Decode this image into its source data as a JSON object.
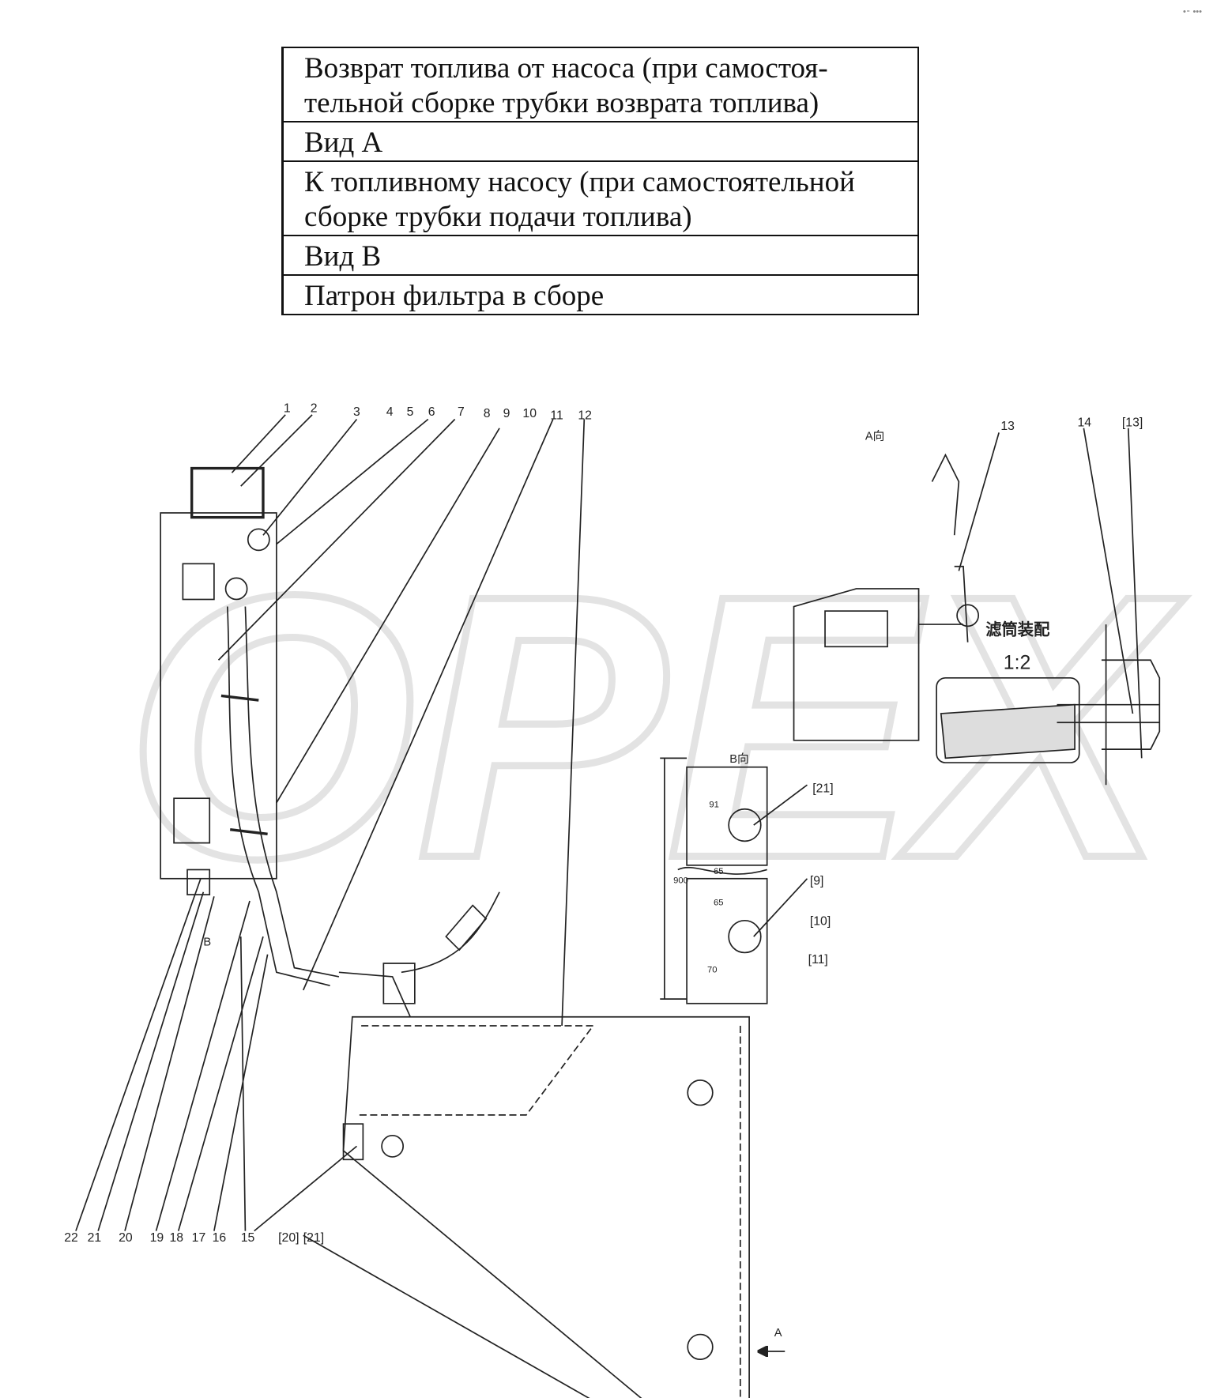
{
  "legend": [
    {
      "text": "Возврат топлива от насоса (при самостоя-тельной сборке трубки возврата топлива)"
    },
    {
      "text": "Вид А"
    },
    {
      "text": "К топливному насосу (при самостоятельной сборке трубки подачи топлива)"
    },
    {
      "text": "Вид В"
    },
    {
      "text": "Патрон фильтра в сборе"
    }
  ],
  "corner_mark": "•⁃ •••",
  "watermark": "OPEX",
  "callouts_top": [
    "1",
    "2",
    "3",
    "4",
    "5",
    "6",
    "7",
    "8",
    "9",
    "10",
    "11",
    "12"
  ],
  "callouts_bottom": [
    "22",
    "21",
    "20",
    "19",
    "18",
    "17",
    "16",
    "15",
    "[20]",
    "[21]"
  ],
  "callouts_right": [
    "13",
    "14",
    "[13]",
    "[21]",
    "[9]",
    "[10]",
    "[11]"
  ],
  "labels": {
    "view_a": "A向",
    "view_b": "B向",
    "filter_assembly": "滤筒装配",
    "scale": "1:2",
    "arrow_a": "A",
    "arrow_b": "B",
    "dim_91": "91",
    "dim_65a": "65",
    "dim_65b": "65",
    "dim_70": "70",
    "dim_900": "900"
  },
  "colors": {
    "line": "#222222",
    "watermark": "#e6e6e6"
  }
}
